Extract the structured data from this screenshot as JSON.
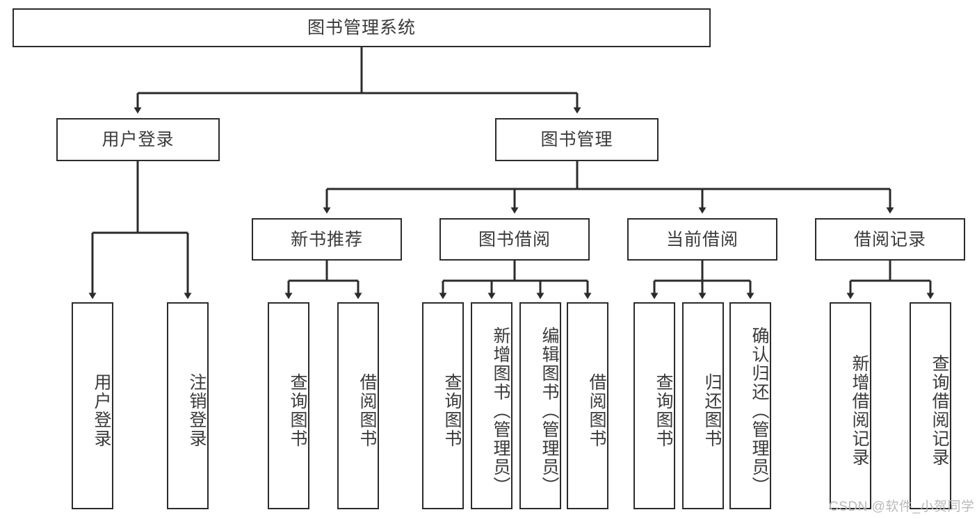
{
  "diagram": {
    "title": "图书管理系统",
    "type": "tree-hierarchy",
    "root": {
      "label": "图书管理系统"
    },
    "level2": [
      {
        "label": "用户登录"
      },
      {
        "label": "图书管理"
      }
    ],
    "level3": [
      {
        "label": "新书推荐"
      },
      {
        "label": "图书借阅"
      },
      {
        "label": "当前借阅"
      },
      {
        "label": "借阅记录"
      }
    ],
    "leaves": {
      "user_login": [
        {
          "label": "用户登录"
        },
        {
          "label": "注销登录"
        }
      ],
      "new_book_recommend": [
        {
          "label": "查询图书"
        },
        {
          "label": "借阅图书"
        }
      ],
      "book_borrow": [
        {
          "label": "查询图书"
        },
        {
          "label": "新增图书（管理员）"
        },
        {
          "label": "编辑图书（管理员）"
        },
        {
          "label": "借阅图书"
        }
      ],
      "current_borrow": [
        {
          "label": "查询图书"
        },
        {
          "label": "归还图书"
        },
        {
          "label": "确认归还（管理员）"
        }
      ],
      "borrow_record": [
        {
          "label": "新增借阅记录"
        },
        {
          "label": "查询借阅记录"
        }
      ]
    }
  },
  "watermark": {
    "text": "CSDN @软件_小贺同学"
  },
  "colors": {
    "border": "#2b2b2b",
    "text": "#3a3a3a",
    "background": "#ffffff",
    "watermark": "#b9b9b9"
  }
}
